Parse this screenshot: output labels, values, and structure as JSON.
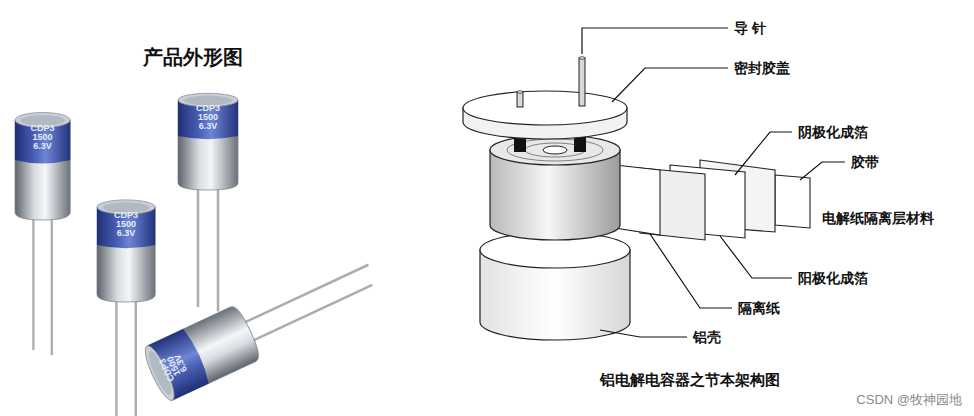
{
  "diagram": {
    "title": "产品外形图",
    "caption": "铝电解电容器之节本架构图",
    "labels": [
      "CDP3",
      "1500",
      "6.3V",
      "CDP3",
      "1500",
      "6.3V",
      "CDP3",
      "1500",
      "6.3V",
      "CDP3",
      "1500",
      "6.3V",
      "导 针",
      "密封胶盖",
      "阴极化成箔",
      "胶带",
      "电解纸隔离层材料",
      "阳极化成箔",
      "隔离纸",
      "铝壳",
      "CSDN @牧神园地"
    ]
  }
}
